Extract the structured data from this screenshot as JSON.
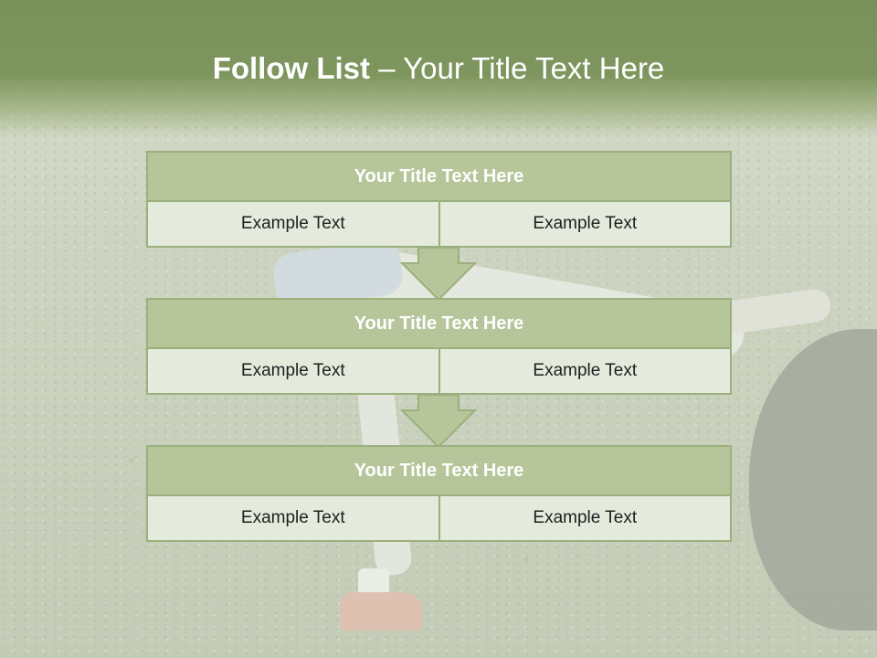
{
  "header": {
    "title_bold": "Follow List",
    "title_rest": " – Your Title Text Here"
  },
  "steps": [
    {
      "title": "Your Title Text Here",
      "left": "Example Text",
      "right": "Example Text"
    },
    {
      "title": "Your Title Text Here",
      "left": "Example Text",
      "right": "Example Text"
    },
    {
      "title": "Your Title Text Here",
      "left": "Example Text",
      "right": "Example Text"
    }
  ],
  "colors": {
    "header": "#78905a",
    "box_title": "#b6c69a",
    "box_cell": "#e4eadc",
    "border": "#9bb07d"
  },
  "icons": {
    "connector": "down-arrow-icon"
  }
}
